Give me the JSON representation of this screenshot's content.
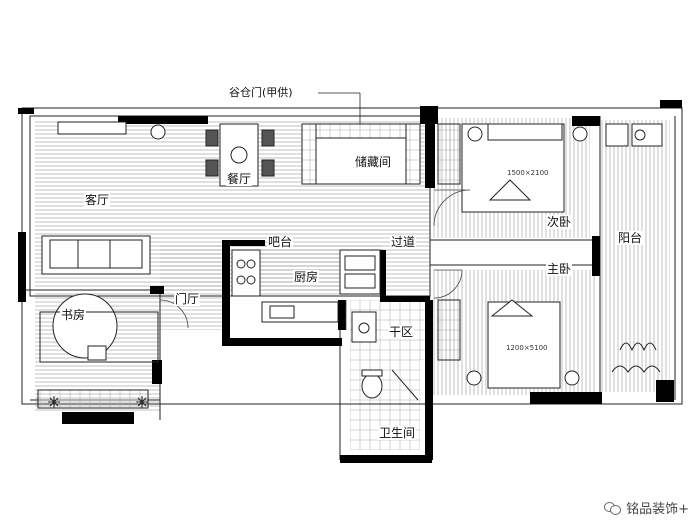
{
  "plan": {
    "callout": "谷仓门(甲供)",
    "rooms": {
      "living": "客厅",
      "dining": "餐厅",
      "storage": "储藏间",
      "bar": "吧台",
      "kitchen": "厨房",
      "corridor": "过道",
      "study": "书房",
      "foyer": "门厅",
      "dry_area": "干区",
      "bathroom": "卫生间",
      "second_bedroom": "次卧",
      "master_bedroom": "主卧",
      "balcony": "阳台"
    },
    "bed_sizes": {
      "second": "1500×2100",
      "master": "1200×5100"
    }
  },
  "watermark": {
    "text": "铭品装饰+",
    "icon": "wechat-icon"
  },
  "colors": {
    "wall": "#000000",
    "line": "#222222",
    "hatch": "#8a8a8a",
    "background": "#ffffff"
  }
}
